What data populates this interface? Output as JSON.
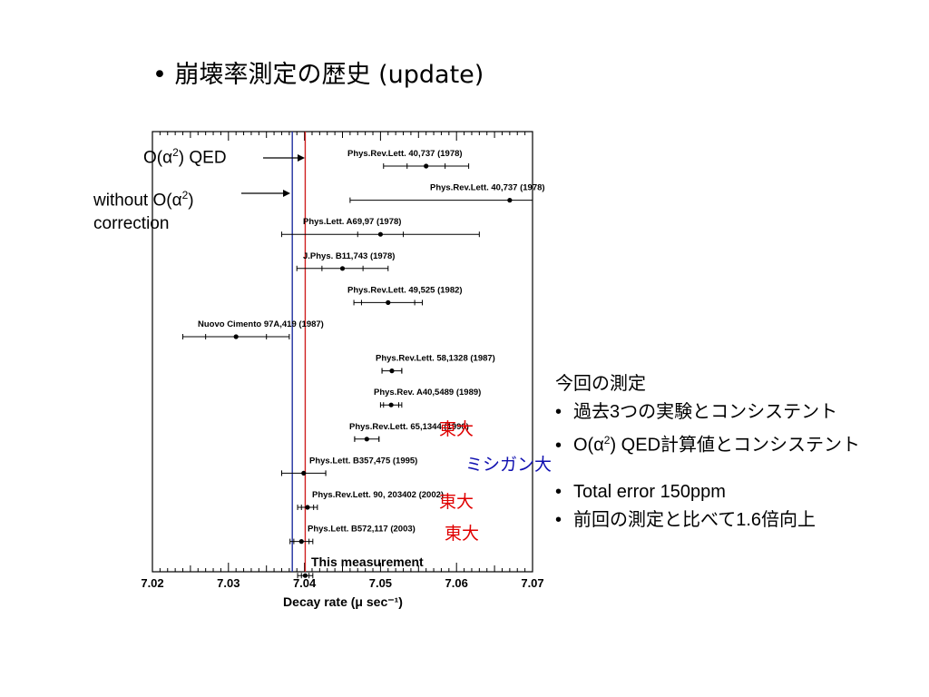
{
  "title": {
    "bullet": "•",
    "text": "崩壊率測定の歴史 (update)"
  },
  "annotations": {
    "qed": {
      "pre": "O(α",
      "sup": "2",
      "post": ") QED"
    },
    "without": {
      "pre": "without O(α",
      "sup": "2",
      "post": ")",
      "line2": "correction"
    }
  },
  "notes": {
    "heading": "今回の測定",
    "bullet": "•",
    "item1": "過去3つの実験とコンシステント",
    "item2": {
      "pre": "O(α",
      "sup": "2",
      "post": ") QED計算値とコンシステント"
    },
    "item3": "Total error 150ppm",
    "item4": "前回の測定と比べて1.6倍向上"
  },
  "tags": [
    {
      "text": "東大",
      "color": "#e00000"
    },
    {
      "text": "ミシガン大",
      "color": "#1010b0"
    },
    {
      "text": "東大",
      "color": "#e00000"
    },
    {
      "text": "東大",
      "color": "#e00000"
    }
  ],
  "chart_data": {
    "type": "scatter",
    "xlabel": "Decay rate (μ sec⁻¹)",
    "xlim": [
      7.02,
      7.07
    ],
    "xticks": [
      "7.02",
      "7.03",
      "7.04",
      "7.05",
      "7.06",
      "7.07"
    ],
    "reference_lines": [
      {
        "label": "O(α²) QED",
        "x": 7.0401,
        "color": "#d02020"
      },
      {
        "label": "without O(α²) correction",
        "x": 7.0384,
        "color": "#2030a0"
      }
    ],
    "measurements": [
      {
        "label": "Phys.Rev.Lett. 40,737 (1978)",
        "value": 7.056,
        "stat": 2.5,
        "total": 5.6,
        "label_side": "above"
      },
      {
        "label": "Phys.Rev.Lett. 40,737 (1978)",
        "value": 7.067,
        "stat": 0,
        "total": 21.0,
        "label_side": "above"
      },
      {
        "label": "Phys.Lett. A69,97 (1978)",
        "value": 7.05,
        "stat": 3.0,
        "total": 13.0,
        "label_side": "above"
      },
      {
        "label": "J.Phys. B11,743 (1978)",
        "value": 7.045,
        "stat": 2.7,
        "total": 6.0,
        "label_side": "above"
      },
      {
        "label": "Phys.Rev.Lett. 49,525 (1982)",
        "value": 7.051,
        "stat": 3.5,
        "total": 4.5,
        "label_side": "above"
      },
      {
        "label": "Nuovo Cimento 97A,419 (1987)",
        "value": 7.031,
        "stat": 4.0,
        "total": 7.0,
        "label_side": "above"
      },
      {
        "label": "Phys.Rev.Lett. 58,1328 (1987)",
        "value": 7.0515,
        "stat": 1.3,
        "total": 1.3,
        "label_side": "above"
      },
      {
        "label": "Phys.Rev. A40,5489 (1989)",
        "value": 7.0514,
        "stat": 1.0,
        "total": 1.4,
        "label_side": "above"
      },
      {
        "label": "Phys.Rev.Lett. 65,1344 (1990)",
        "value": 7.0482,
        "stat": 1.6,
        "total": 1.6,
        "label_side": "above"
      },
      {
        "label": "Phys.Lett. B357,475 (1995)",
        "value": 7.0399,
        "stat": 2.9,
        "total": 2.9,
        "label_side": "above"
      },
      {
        "label": "Phys.Rev.Lett. 90, 203402 (2002)",
        "value": 7.0404,
        "stat": 0.8,
        "total": 1.3,
        "label_side": "above"
      },
      {
        "label": "Phys.Lett. B572,117 (2003)",
        "value": 7.0396,
        "stat": 1.0,
        "total": 1.5,
        "label_side": "above"
      },
      {
        "label": "This measurement",
        "value": 7.0401,
        "stat": 0.5,
        "total": 1.0,
        "label_side": "above",
        "highlight": true
      }
    ]
  }
}
